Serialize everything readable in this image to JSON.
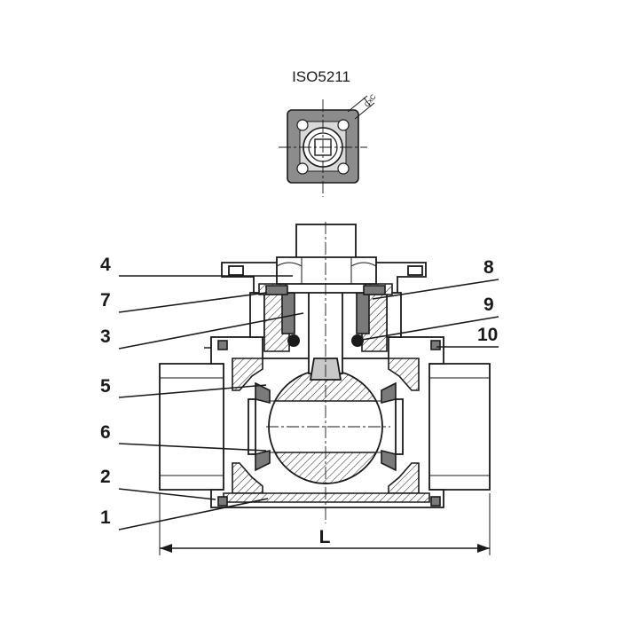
{
  "title": "ISO5211",
  "flange_dimension_label": "CxC",
  "length_label": "L",
  "callouts": [
    {
      "id": "c4",
      "text": "4"
    },
    {
      "id": "c7",
      "text": "7"
    },
    {
      "id": "c3",
      "text": "3"
    },
    {
      "id": "c5",
      "text": "5"
    },
    {
      "id": "c6",
      "text": "6"
    },
    {
      "id": "c2",
      "text": "2"
    },
    {
      "id": "c1",
      "text": "1"
    },
    {
      "id": "c8",
      "text": "8"
    },
    {
      "id": "c9",
      "text": "9"
    },
    {
      "id": "c10",
      "text": "10"
    }
  ]
}
